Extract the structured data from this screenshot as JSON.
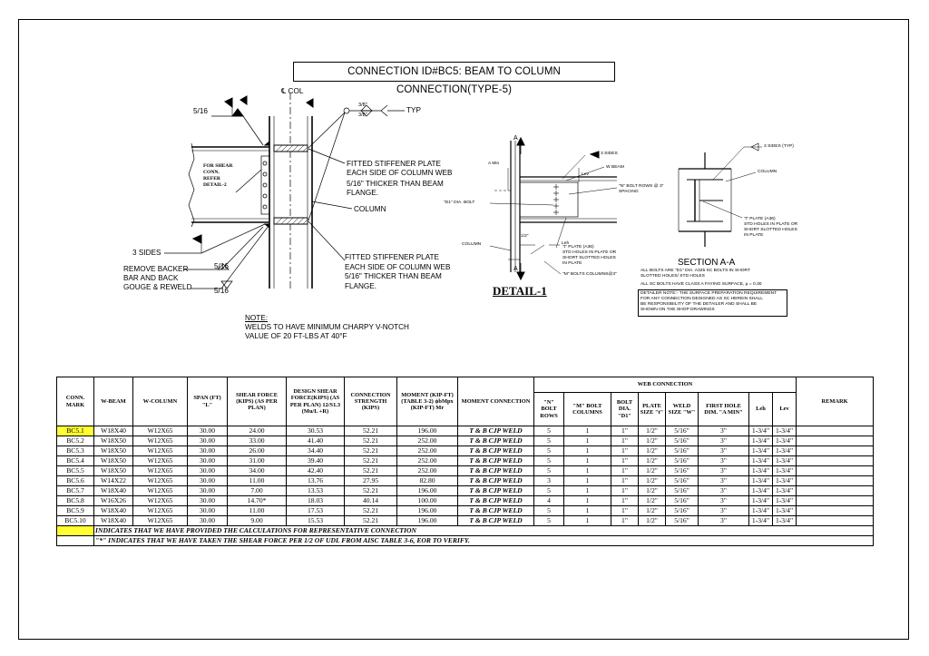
{
  "title": "CONNECTION ID#BC5: BEAM TO COLUMN CONNECTION(TYPE-5)",
  "elevation": {
    "col_label": "℄ COL",
    "weld_frac_top": "5/16",
    "weld_3_8_a": "3/8\"",
    "weld_3_8_b": "3/8\"",
    "typ": "TYP",
    "shear_note": [
      "FOR SHEAR",
      "CONN.",
      "REFER",
      "DETAIL-2"
    ],
    "stiffener_top": [
      "FITTED STIFFENER PLATE",
      "EACH SIDE OF COLUMN WEB",
      "5/16\" THICKER THAN BEAM",
      "FLANGE."
    ],
    "column": "COLUMN",
    "stiffener_bot": [
      "FITTED STIFFENER PLATE",
      "EACH SIDE OF COLUMN WEB",
      "5/16\" THICKER THAN BEAM",
      "FLANGE."
    ],
    "three_sides": "3 SIDES",
    "backer": [
      "REMOVE BACKER",
      "BAR AND BACK",
      "GOUGE & REWELD"
    ],
    "weld_frac_a": "5/16",
    "weld_frac_b": "5/16",
    "note_title": "NOTE:",
    "note_lines": [
      "WELDS TO HAVE MINIMUM CHARPY V-NOTCH",
      "VALUE OF 20 FT-LBS AT 40°F"
    ]
  },
  "detail1": {
    "title": "DETAIL-1",
    "a_top": "A",
    "a_bot": "A",
    "three_sides": "3 SIDES",
    "w_beam": "W BEAM",
    "n_bolt_rows": [
      "\"N\" BOLT ROWS @ 3\"",
      "SPACING"
    ],
    "d1_bolt": "\"D1\" DIA. BOLT",
    "lev": "Lev",
    "aw": "A Min",
    "column": "COLUMN",
    "half": "1/2\"",
    "leh": "Leh",
    "t_plate": [
      "\"t\" PLATE (A36)",
      "STD HOLES IN PLATE OR",
      "SHORT SLOTTED HOLES",
      "IN PLATE"
    ],
    "m_bolts": "\"M\" BOLTS COLUMNS@3\""
  },
  "section": {
    "title": "SECTION A-A",
    "three_sides_typ": "3 SIDES (TYP)",
    "column": "COLUMN",
    "t_plate": [
      "\"t\" PLATE (A36)",
      "STD HOLES IN PLATE OR",
      "SHORT SLOTTED HOLES",
      "IN PLATE"
    ],
    "bolts_note": [
      "ALL BOLTS ARE \"D1\" DIA. A325 SC BOLTS IN SHORT",
      "SLOTTED HOLES/ STD HOLES"
    ],
    "faying": "ALL SC BOLTS HAVE CLASS A FAYING SURFACE, μ = 0.30",
    "detailer_note": [
      "DETAILER NOTE:- THE SURFACE PREPARATION REQUIREMENT",
      "FOR ANY CONNECTION DESIGNED AS SC HEREIN SHALL",
      "BE RESPONSIBILITY OF THE DETAILER AND SHALL BE",
      "SHOWN ON THE SHOP DRAWINGS"
    ]
  },
  "table": {
    "group_header": "WEB CONNECTION",
    "headers": {
      "mark": "CONN. MARK",
      "beam": "W-BEAM",
      "column": "W-COLUMN",
      "span": "SPAN (FT) \"L\"",
      "shear": "SHEAR FORCE (KIPS) (AS PER PLAN)",
      "design": "DESIGN SHEAR FORCE(KIPS) (AS PER PLAN) 12/S1.3 (Mu/L +R)",
      "strength": "CONNECTION STRENGTH (KIPS)",
      "moment": "MOMENT (KIP-FT) (TABLE 3-2) ϕbMpx (KIP-FT) Mr",
      "moment_conn": "MOMENT CONNECTION",
      "n_rows": "\"N\" BOLT ROWS",
      "m_cols": "\"M\" BOLT COLUMNS",
      "bolt_dia": "BOLT DIA. \"D1\"",
      "plate": "PLATE SIZE \"t\"",
      "weld": "WELD SIZE \"W\"",
      "first_hole": "FIRST HOLE DIM. \"A MIN\"",
      "leh": "Leh",
      "lev": "Lev",
      "remark": "REMARK"
    },
    "rows": [
      [
        "BC5.1",
        "W18X40",
        "W12X65",
        "30.00",
        "24.00",
        "30.53",
        "52.21",
        "196.00",
        "T & B CJP WELD",
        "5",
        "1",
        "1\"",
        "1/2\"",
        "5/16\"",
        "3\"",
        "1-3/4\"",
        "1-3/4\"",
        ""
      ],
      [
        "BC5.2",
        "W18X50",
        "W12X65",
        "30.00",
        "33.00",
        "41.40",
        "52.21",
        "252.00",
        "T & B CJP WELD",
        "5",
        "1",
        "1\"",
        "1/2\"",
        "5/16\"",
        "3\"",
        "1-3/4\"",
        "1-3/4\"",
        ""
      ],
      [
        "BC5.3",
        "W18X50",
        "W12X65",
        "30.00",
        "26.00",
        "34.40",
        "52.21",
        "252.00",
        "T & B CJP WELD",
        "5",
        "1",
        "1\"",
        "1/2\"",
        "5/16\"",
        "3\"",
        "1-3/4\"",
        "1-3/4\"",
        ""
      ],
      [
        "BC5.4",
        "W18X50",
        "W12X65",
        "30.00",
        "31.00",
        "39.40",
        "52.21",
        "252.00",
        "T & B CJP WELD",
        "5",
        "1",
        "1\"",
        "1/2\"",
        "5/16\"",
        "3\"",
        "1-3/4\"",
        "1-3/4\"",
        ""
      ],
      [
        "BC5.5",
        "W18X50",
        "W12X65",
        "30.00",
        "34.00",
        "42.40",
        "52.21",
        "252.00",
        "T & B CJP WELD",
        "5",
        "1",
        "1\"",
        "1/2\"",
        "5/16\"",
        "3\"",
        "1-3/4\"",
        "1-3/4\"",
        ""
      ],
      [
        "BC5.6",
        "W14X22",
        "W12X65",
        "30.00",
        "11.00",
        "13.76",
        "27.95",
        "82.80",
        "T & B CJP WELD",
        "3",
        "1",
        "1\"",
        "1/2\"",
        "5/16\"",
        "3\"",
        "1-3/4\"",
        "1-3/4\"",
        ""
      ],
      [
        "BC5.7",
        "W18X40",
        "W12X65",
        "30.00",
        "7.00",
        "13.53",
        "52.21",
        "196.00",
        "T & B CJP WELD",
        "5",
        "1",
        "1\"",
        "1/2\"",
        "5/16\"",
        "3\"",
        "1-3/4\"",
        "1-3/4\"",
        ""
      ],
      [
        "BC5.8",
        "W16X26",
        "W12X65",
        "30.00",
        "14.70*",
        "18.03",
        "40.14",
        "100.00",
        "T & B CJP WELD",
        "4",
        "1",
        "1\"",
        "1/2\"",
        "5/16\"",
        "3\"",
        "1-3/4\"",
        "1-3/4\"",
        ""
      ],
      [
        "BC5.9",
        "W18X40",
        "W12X65",
        "30.00",
        "11.00",
        "17.53",
        "52.21",
        "196.00",
        "T & B CJP WELD",
        "5",
        "1",
        "1\"",
        "1/2\"",
        "5/16\"",
        "3\"",
        "1-3/4\"",
        "1-3/4\"",
        ""
      ],
      [
        "BC5.10",
        "W18X40",
        "W12X65",
        "30.00",
        "9.00",
        "15.53",
        "52.21",
        "196.00",
        "T & B CJP WELD",
        "5",
        "1",
        "1\"",
        "1/2\"",
        "5/16\"",
        "3\"",
        "1-3/4\"",
        "1-3/4\"",
        ""
      ]
    ],
    "highlight_mark": "BC5.1",
    "note_yellow": "INDICATES THAT WE HAVE PROVIDED THE CALCULATIONS FOR REPRESENTATIVE CONNECTION",
    "note_star": "\"*\" INDICATES THAT WE HAVE TAKEN THE SHEAR FORCE PER 1/2 OF UDL FROM AISC TABLE 3-6, EOR TO VERIFY.",
    "highlight_color": "#ffff33"
  }
}
